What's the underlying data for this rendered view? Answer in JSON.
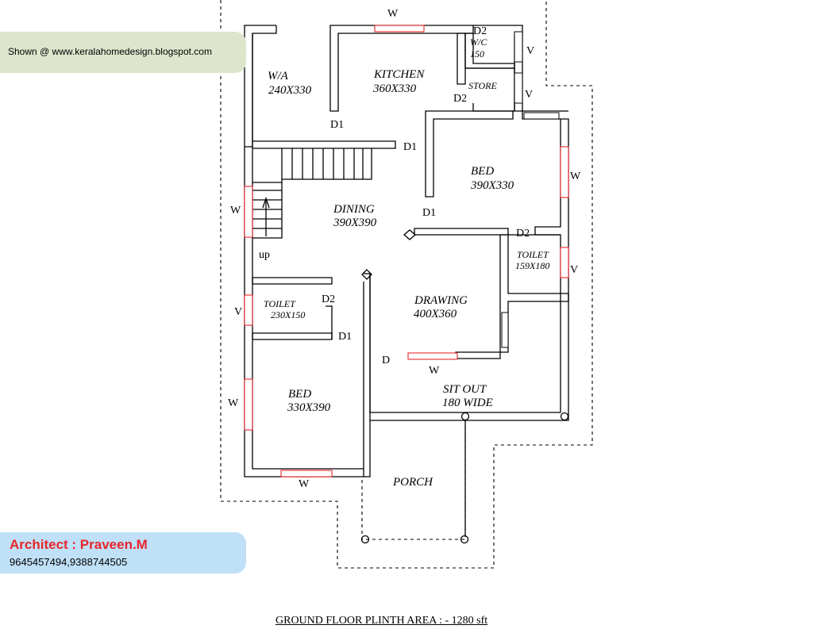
{
  "credit": {
    "shown_at": "Shown @  www.keralahomedesign.blogspot.com"
  },
  "architect": {
    "name": "Architect : Praveen.M",
    "phone": "9645457494,9388744505"
  },
  "caption": "GROUND FLOOR PLINTH AREA  : -  1280 sft",
  "rooms": {
    "wa": {
      "name": "W/A",
      "size": "240X330"
    },
    "kitchen": {
      "name": "KITCHEN",
      "size": "360X330"
    },
    "wc": {
      "name": "W/C",
      "size": "150"
    },
    "store": {
      "name": "STORE"
    },
    "bed_top": {
      "name": "BED",
      "size": "390X330"
    },
    "dining": {
      "name": "DINING",
      "size": "390X390"
    },
    "toilet_right": {
      "name": "TOILET",
      "size": "159X180"
    },
    "drawing": {
      "name": "DRAWING",
      "size": "400X360"
    },
    "toilet_left": {
      "name": "TOILET",
      "size": "230X150"
    },
    "bed_bottom": {
      "name": "BED",
      "size": "330X390"
    },
    "sitout": {
      "name": "SIT  OUT",
      "size": "180  WIDE"
    },
    "porch": {
      "name": "PORCH"
    }
  },
  "marks": {
    "w": "W",
    "v": "V",
    "d": "D",
    "d1": "D1",
    "d2": "D2",
    "up": "up"
  }
}
